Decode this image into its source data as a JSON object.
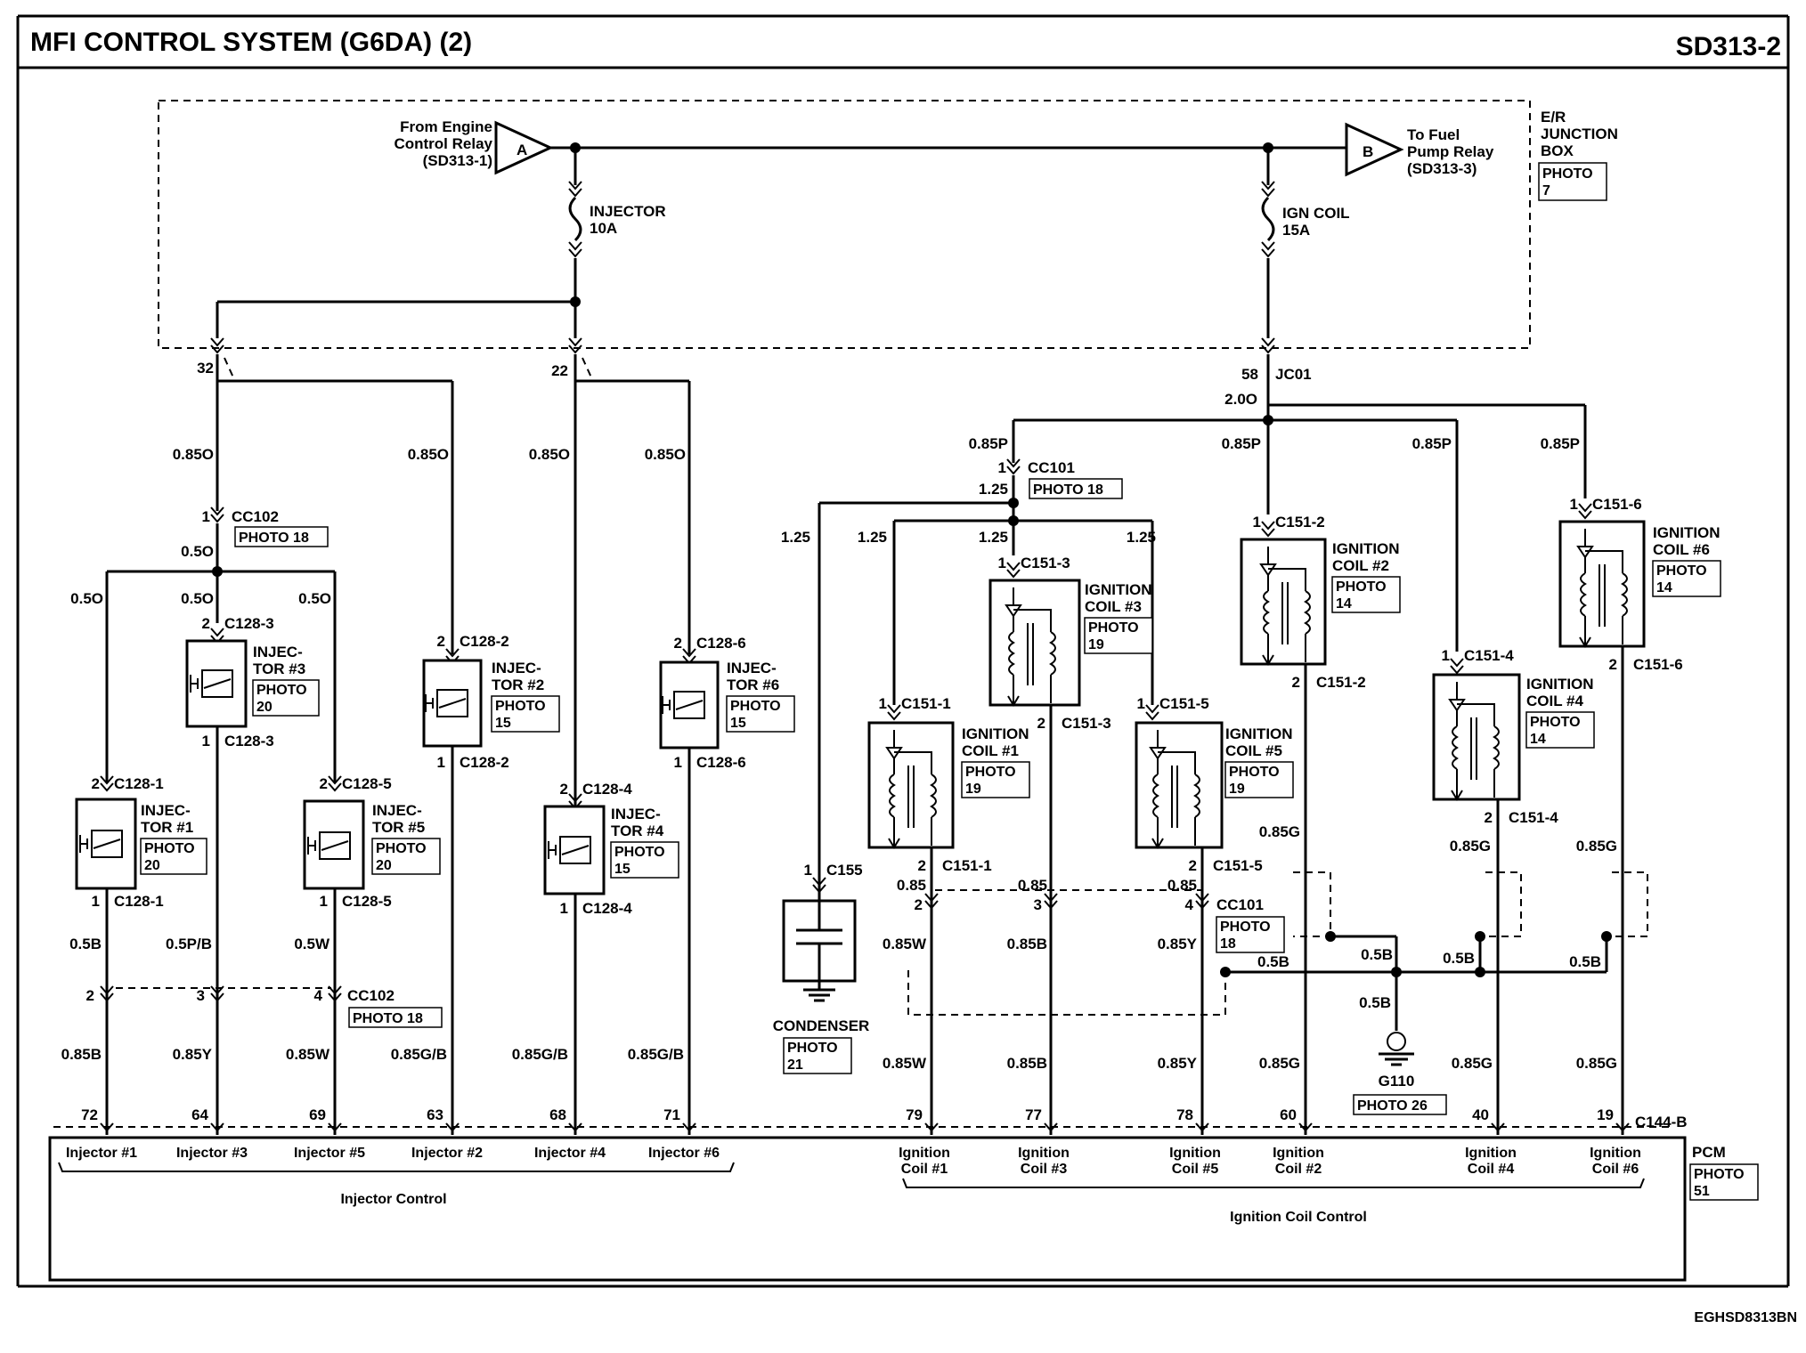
{
  "header": {
    "title": "MFI CONTROL SYSTEM (G6DA) (2)",
    "code": "SD313-2"
  },
  "footer": {
    "ref": "EGHSD8313BN"
  },
  "junction_box": {
    "label_l1": "E/R",
    "label_l2": "JUNCTION",
    "label_l3": "BOX",
    "photo": "PHOTO",
    "photo_num": "7",
    "from_l1": "From Engine",
    "from_l2": "Control Relay",
    "from_l3": "(SD313-1)",
    "from_tag": "A",
    "to_l1": "To Fuel",
    "to_l2": "Pump Relay",
    "to_l3": "(SD313-3)",
    "to_tag": "B",
    "fuse_injector_name": "INJECTOR",
    "fuse_injector_amp": "10A",
    "fuse_ign_name": "IGN COIL",
    "fuse_ign_amp": "15A"
  },
  "pins": {
    "p32": "32",
    "p22": "22",
    "p58": "58",
    "jc01": "JC01",
    "cc102": "CC102",
    "cc101": "CC101",
    "c155": "C155",
    "c144b": "C144-B",
    "one": "1",
    "two": "2",
    "three": "3",
    "four": "4"
  },
  "wires": {
    "w085o": "0.85O",
    "w05o": "0.5O",
    "w05b": "0.5B",
    "w05pb": "0.5P/B",
    "w05w": "0.5W",
    "w085b": "0.85B",
    "w085y": "0.85Y",
    "w085w": "0.85W",
    "w085gb": "0.85G/B",
    "w085p": "0.85P",
    "w200": "2.0O",
    "w125": "1.25",
    "w085": "0.85",
    "w085g": "0.85G"
  },
  "injectors": [
    {
      "name1": "INJEC-",
      "name2": "TOR #1",
      "photo": "PHOTO",
      "num": "20",
      "conn": "C128-1"
    },
    {
      "name1": "INJEC-",
      "name2": "TOR #3",
      "photo": "PHOTO",
      "num": "20",
      "conn": "C128-3"
    },
    {
      "name1": "INJEC-",
      "name2": "TOR #5",
      "photo": "PHOTO",
      "num": "20",
      "conn": "C128-5"
    },
    {
      "name1": "INJEC-",
      "name2": "TOR #2",
      "photo": "PHOTO",
      "num": "15",
      "conn": "C128-2"
    },
    {
      "name1": "INJEC-",
      "name2": "TOR #4",
      "photo": "PHOTO",
      "num": "15",
      "conn": "C128-4"
    },
    {
      "name1": "INJEC-",
      "name2": "TOR #6",
      "photo": "PHOTO",
      "num": "15",
      "conn": "C128-6"
    }
  ],
  "coils": [
    {
      "name1": "IGNITION",
      "name2": "COIL #1",
      "photo": "PHOTO",
      "num": "19",
      "conn": "C151-1"
    },
    {
      "name1": "IGNITION",
      "name2": "COIL #3",
      "photo": "PHOTO",
      "num": "19",
      "conn": "C151-3"
    },
    {
      "name1": "IGNITION",
      "name2": "COIL #5",
      "photo": "PHOTO",
      "num": "19",
      "conn": "C151-5"
    },
    {
      "name1": "IGNITION",
      "name2": "COIL #2",
      "photo": "PHOTO",
      "num": "14",
      "conn": "C151-2"
    },
    {
      "name1": "IGNITION",
      "name2": "COIL #4",
      "photo": "PHOTO",
      "num": "14",
      "conn": "C151-4"
    },
    {
      "name1": "IGNITION",
      "name2": "COIL #6",
      "photo": "PHOTO",
      "num": "14",
      "conn": "C151-6"
    }
  ],
  "photos": {
    "photo18": "PHOTO 18",
    "photo": "PHOTO",
    "n18": "18",
    "n21": "21",
    "photo26": "PHOTO 26",
    "n51": "51"
  },
  "condenser": {
    "label": "CONDENSER"
  },
  "ground": {
    "label": "G110"
  },
  "pcm": {
    "label": "PCM",
    "injector_pins": [
      "72",
      "64",
      "69",
      "63",
      "68",
      "71"
    ],
    "injector_labels": [
      "Injector #1",
      "Injector #3",
      "Injector #5",
      "Injector #2",
      "Injector #4",
      "Injector #6"
    ],
    "injector_group": "Injector Control",
    "coil_pins": [
      "79",
      "77",
      "78",
      "60",
      "40",
      "19"
    ],
    "coil_l1": [
      "Ignition",
      "Ignition",
      "Ignition",
      "Ignition",
      "Ignition",
      "Ignition"
    ],
    "coil_l2": [
      "Coil #1",
      "Coil #3",
      "Coil #5",
      "Coil #2",
      "Coil #4",
      "Coil #6"
    ],
    "coil_group": "Ignition Coil Control"
  }
}
